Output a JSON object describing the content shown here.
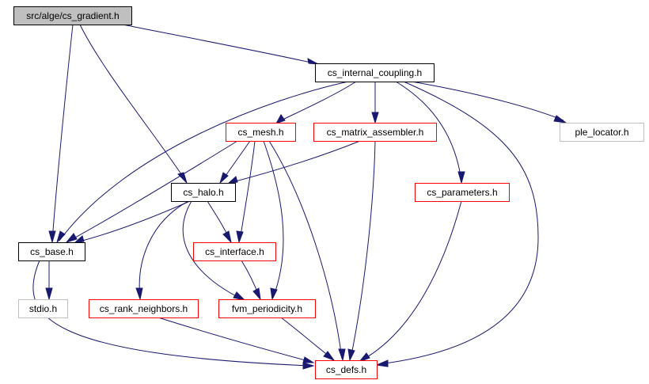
{
  "colors": {
    "edge": "#191970",
    "root_fill": "#bfbfbf",
    "root_border": "#000000",
    "documented_border": "#000000",
    "incomplete_border": "#ff0000",
    "external_border": "#bfbfbf",
    "fill": "#ffffff"
  },
  "nodes": [
    {
      "id": "gradient",
      "label": "src/alge/cs_gradient.h",
      "kind": "root"
    },
    {
      "id": "internal_coupling",
      "label": "cs_internal_coupling.h",
      "kind": "documented"
    },
    {
      "id": "mesh",
      "label": "cs_mesh.h",
      "kind": "incomplete"
    },
    {
      "id": "matrix_assembler",
      "label": "cs_matrix_assembler.h",
      "kind": "incomplete"
    },
    {
      "id": "ple_locator",
      "label": "ple_locator.h",
      "kind": "external"
    },
    {
      "id": "halo",
      "label": "cs_halo.h",
      "kind": "documented"
    },
    {
      "id": "parameters",
      "label": "cs_parameters.h",
      "kind": "incomplete"
    },
    {
      "id": "base",
      "label": "cs_base.h",
      "kind": "documented"
    },
    {
      "id": "interface",
      "label": "cs_interface.h",
      "kind": "incomplete"
    },
    {
      "id": "stdio",
      "label": "stdio.h",
      "kind": "external"
    },
    {
      "id": "rank_neighbors",
      "label": "cs_rank_neighbors.h",
      "kind": "incomplete"
    },
    {
      "id": "periodicity",
      "label": "fvm_periodicity.h",
      "kind": "incomplete"
    },
    {
      "id": "defs",
      "label": "cs_defs.h",
      "kind": "incomplete"
    }
  ],
  "edges": [
    {
      "from": "gradient",
      "to": "internal_coupling"
    },
    {
      "from": "gradient",
      "to": "base"
    },
    {
      "from": "gradient",
      "to": "halo"
    },
    {
      "from": "internal_coupling",
      "to": "base"
    },
    {
      "from": "internal_coupling",
      "to": "mesh"
    },
    {
      "from": "internal_coupling",
      "to": "matrix_assembler"
    },
    {
      "from": "internal_coupling",
      "to": "parameters"
    },
    {
      "from": "internal_coupling",
      "to": "ple_locator"
    },
    {
      "from": "internal_coupling",
      "to": "defs"
    },
    {
      "from": "mesh",
      "to": "base"
    },
    {
      "from": "mesh",
      "to": "halo"
    },
    {
      "from": "mesh",
      "to": "interface"
    },
    {
      "from": "mesh",
      "to": "periodicity"
    },
    {
      "from": "mesh",
      "to": "defs"
    },
    {
      "from": "matrix_assembler",
      "to": "halo"
    },
    {
      "from": "matrix_assembler",
      "to": "defs"
    },
    {
      "from": "halo",
      "to": "base"
    },
    {
      "from": "halo",
      "to": "interface"
    },
    {
      "from": "halo",
      "to": "rank_neighbors"
    },
    {
      "from": "halo",
      "to": "periodicity"
    },
    {
      "from": "base",
      "to": "stdio"
    },
    {
      "from": "base",
      "to": "defs"
    },
    {
      "from": "interface",
      "to": "periodicity"
    },
    {
      "from": "parameters",
      "to": "defs"
    },
    {
      "from": "rank_neighbors",
      "to": "defs"
    },
    {
      "from": "periodicity",
      "to": "defs"
    }
  ]
}
